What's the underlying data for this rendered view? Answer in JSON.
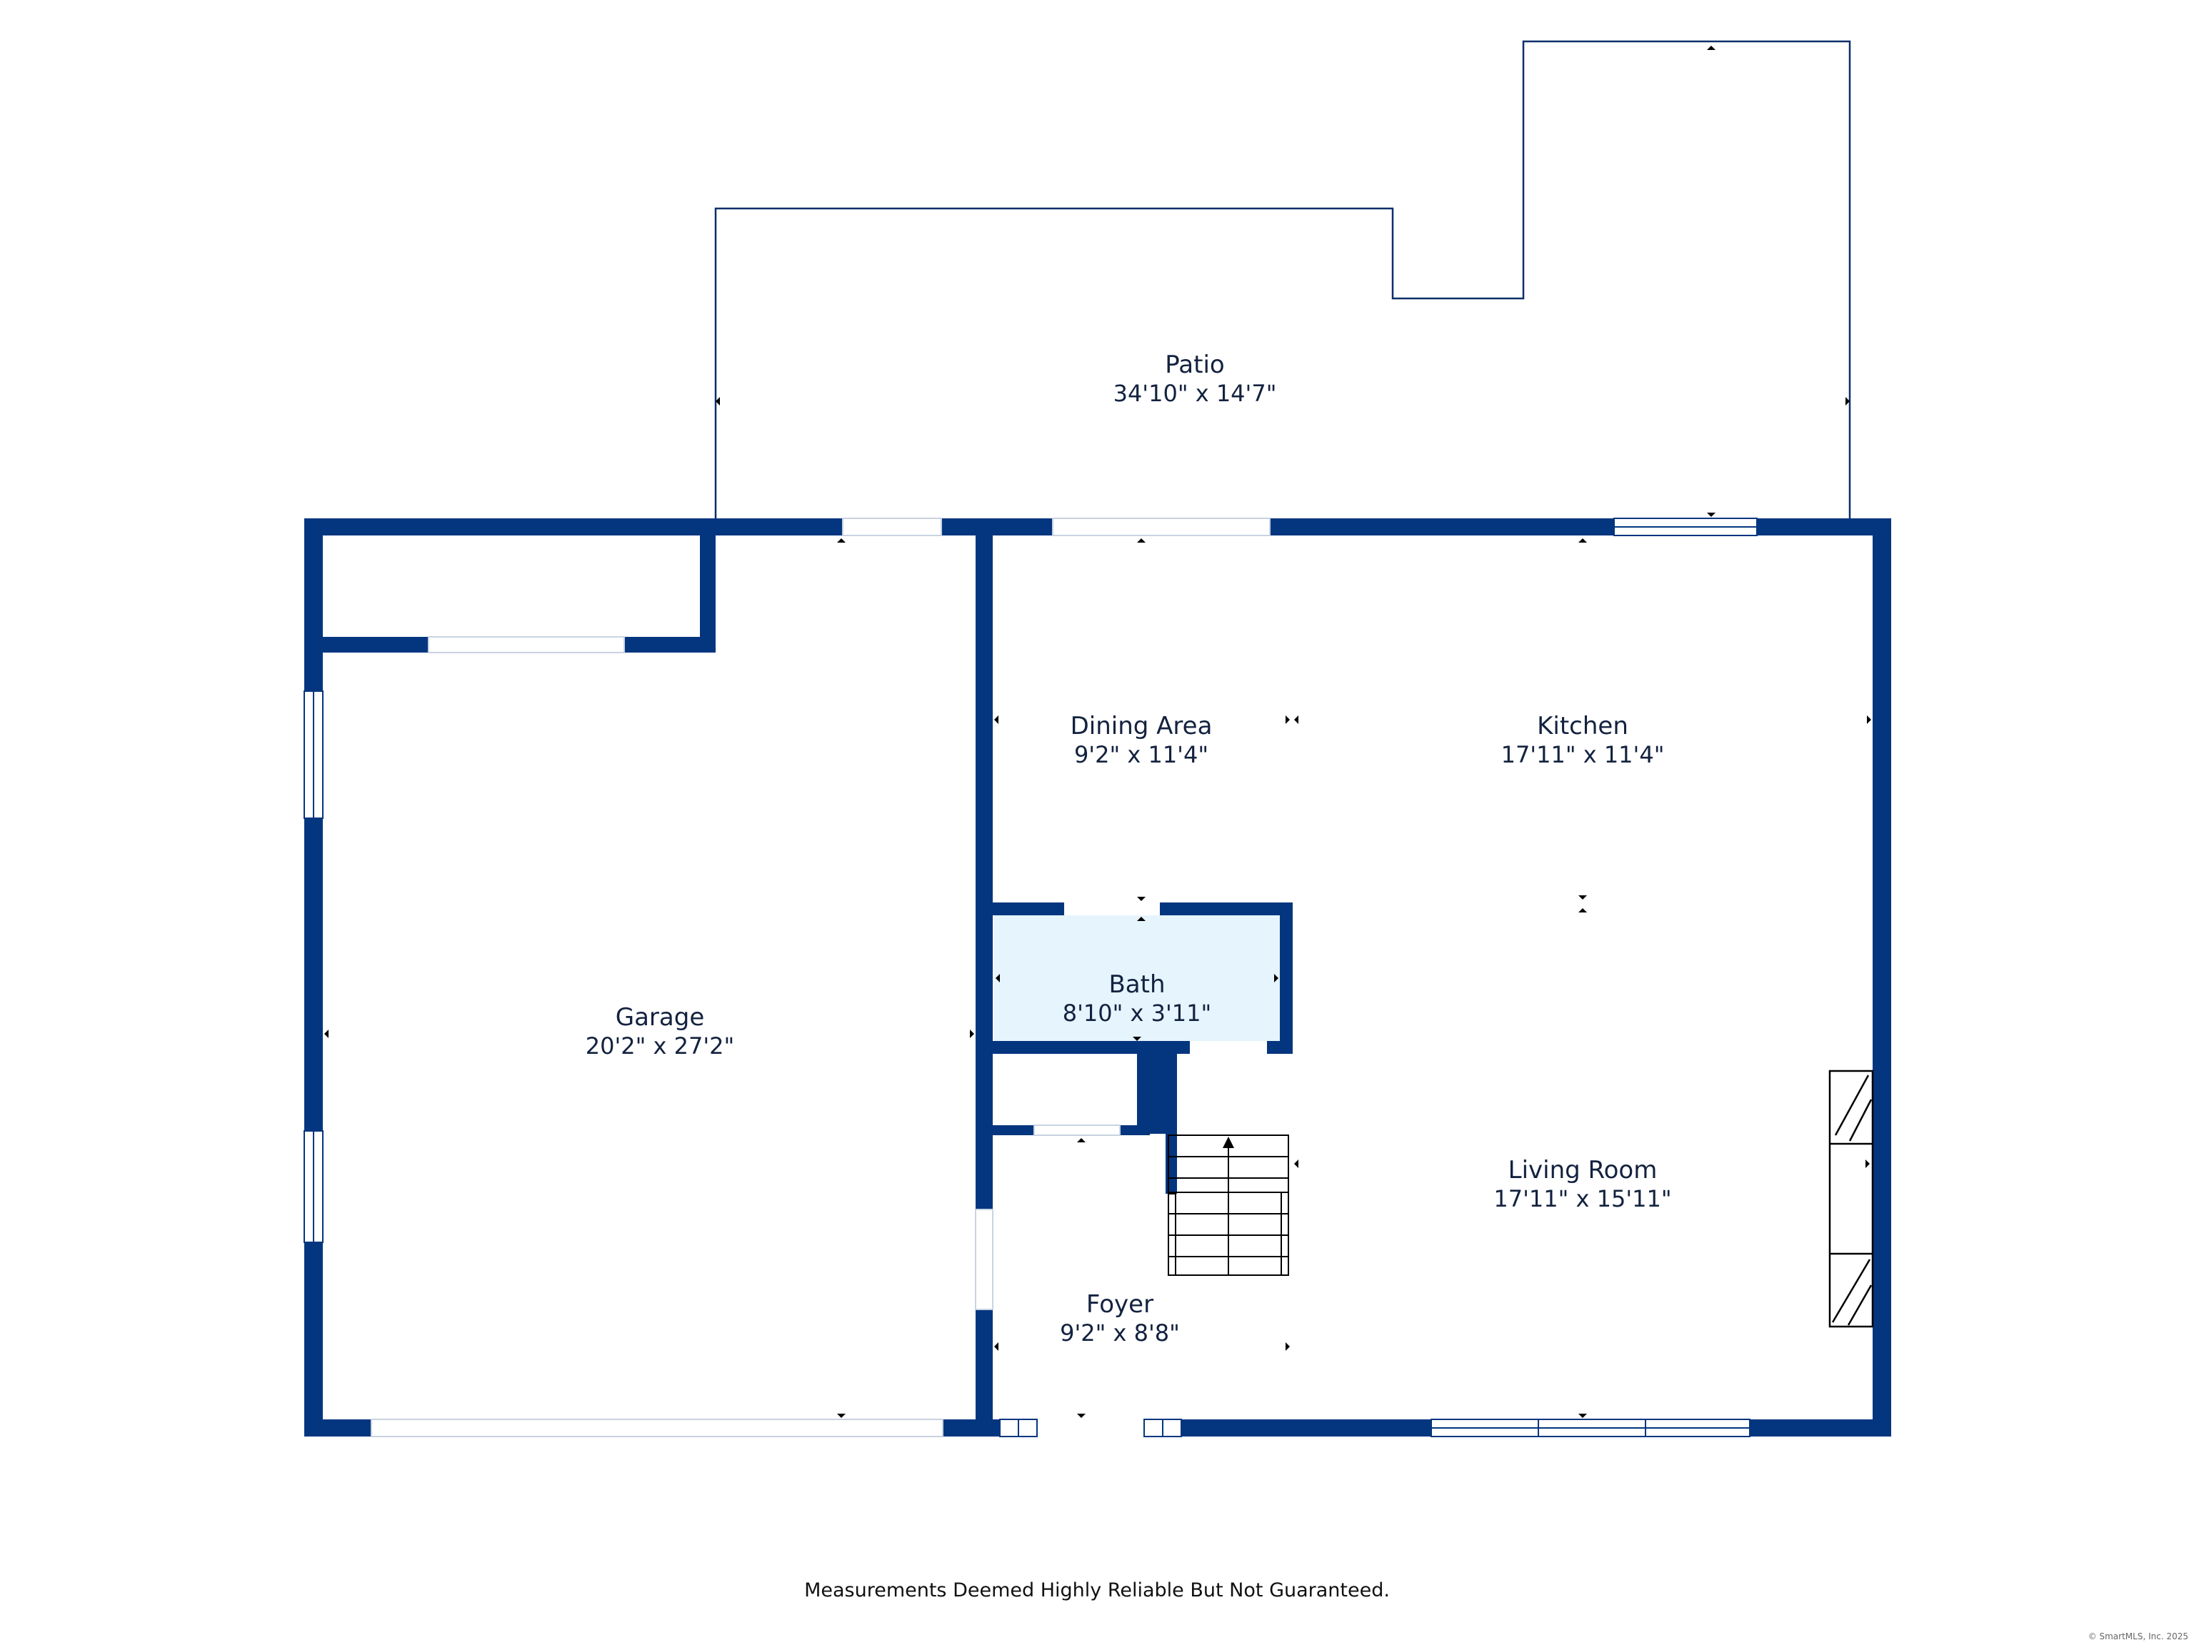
{
  "rooms": {
    "patio": {
      "name": "Patio",
      "dims": "34'10\" x 14'7\""
    },
    "garage": {
      "name": "Garage",
      "dims": "20'2\" x 27'2\""
    },
    "dining_area": {
      "name": "Dining Area",
      "dims": "9'2\" x 11'4\""
    },
    "kitchen": {
      "name": "Kitchen",
      "dims": "17'11\" x 11'4\""
    },
    "bath": {
      "name": "Bath",
      "dims": "8'10\" x 3'11\""
    },
    "living_room": {
      "name": "Living Room",
      "dims": "17'11\" x 15'11\""
    },
    "foyer": {
      "name": "Foyer",
      "dims": "9'2\" x 8'8\""
    }
  },
  "footer": {
    "disclaimer": "Measurements Deemed Highly Reliable But Not Guaranteed.",
    "copyright": "© SmartMLS, Inc. 2025"
  },
  "colors": {
    "wall": "#04367f",
    "bath_fill": "#e6f4fd",
    "text": "#13223f"
  }
}
